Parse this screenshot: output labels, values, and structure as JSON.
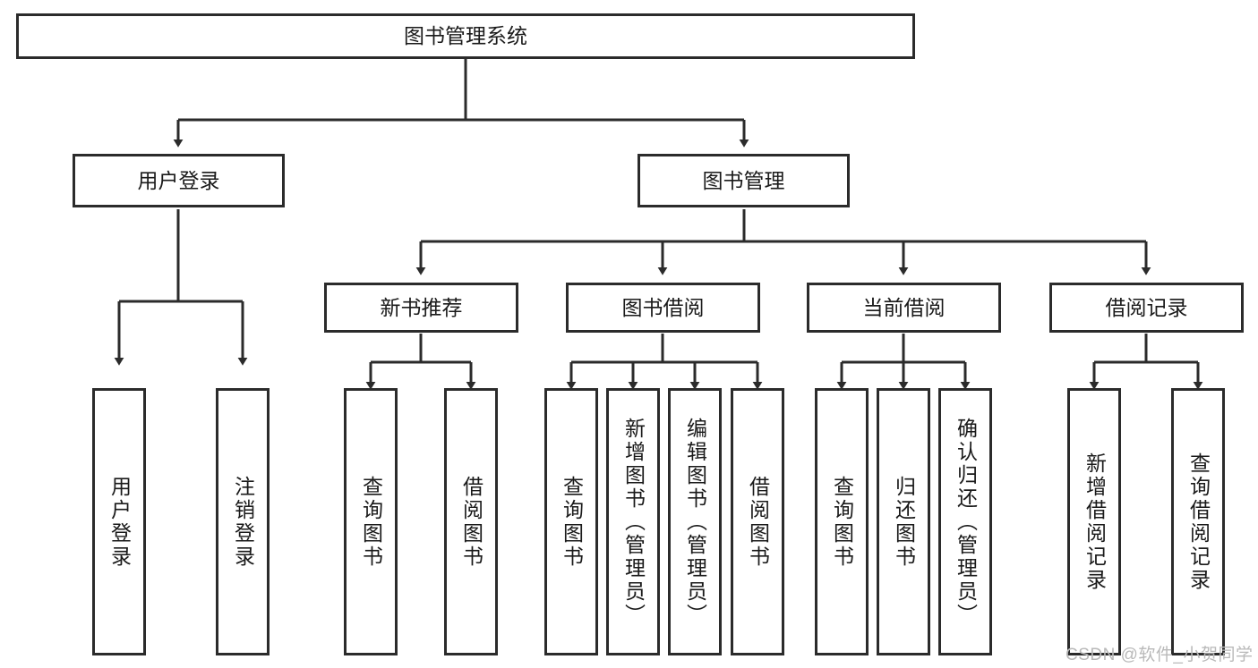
{
  "diagram": {
    "title": "图书管理系统",
    "type": "hierarchy-tree",
    "watermark": "CSDN @软件_小贺同学",
    "colors": {
      "node_border": "#2b2b2b",
      "node_fill": "#ffffff",
      "edge": "#2b2b2b",
      "text": "#1a1a1a",
      "watermark": "#b9b9b9"
    },
    "levels": {
      "level1": [
        {
          "id": "root",
          "label": "图书管理系统",
          "orientation": "horizontal"
        }
      ],
      "level2": [
        {
          "id": "user-login",
          "label": "用户登录",
          "orientation": "horizontal"
        },
        {
          "id": "book-manage",
          "label": "图书管理",
          "orientation": "horizontal"
        }
      ],
      "level3": [
        {
          "id": "new-book-rec",
          "label": "新书推荐",
          "orientation": "horizontal"
        },
        {
          "id": "book-borrow",
          "label": "图书借阅",
          "orientation": "horizontal"
        },
        {
          "id": "current-borrow",
          "label": "当前借阅",
          "orientation": "horizontal"
        },
        {
          "id": "borrow-record",
          "label": "借阅记录",
          "orientation": "horizontal"
        }
      ],
      "level4": [
        {
          "id": "leaf-user-login",
          "label": "用户登录",
          "orientation": "vertical",
          "parent": "user-login"
        },
        {
          "id": "leaf-logout",
          "label": "注销登录",
          "orientation": "vertical",
          "parent": "user-login"
        },
        {
          "id": "leaf-query-book-1",
          "label": "查询图书",
          "orientation": "vertical",
          "parent": "new-book-rec"
        },
        {
          "id": "leaf-borrow-book-1",
          "label": "借阅图书",
          "orientation": "vertical",
          "parent": "new-book-rec"
        },
        {
          "id": "leaf-query-book-2",
          "label": "查询图书",
          "orientation": "vertical",
          "parent": "book-borrow"
        },
        {
          "id": "leaf-add-book",
          "label": "新增图书（管理员）",
          "orientation": "vertical",
          "parent": "book-borrow"
        },
        {
          "id": "leaf-edit-book",
          "label": "编辑图书（管理员）",
          "orientation": "vertical",
          "parent": "book-borrow"
        },
        {
          "id": "leaf-borrow-book-2",
          "label": "借阅图书",
          "orientation": "vertical",
          "parent": "book-borrow"
        },
        {
          "id": "leaf-query-book-3",
          "label": "查询图书",
          "orientation": "vertical",
          "parent": "current-borrow"
        },
        {
          "id": "leaf-return-book",
          "label": "归还图书",
          "orientation": "vertical",
          "parent": "current-borrow"
        },
        {
          "id": "leaf-confirm-return",
          "label": "确认归还（管理员）",
          "orientation": "vertical",
          "parent": "current-borrow"
        },
        {
          "id": "leaf-add-record",
          "label": "新增借阅记录",
          "orientation": "vertical",
          "parent": "borrow-record"
        },
        {
          "id": "leaf-query-record",
          "label": "查询借阅记录",
          "orientation": "vertical",
          "parent": "borrow-record"
        }
      ]
    }
  }
}
